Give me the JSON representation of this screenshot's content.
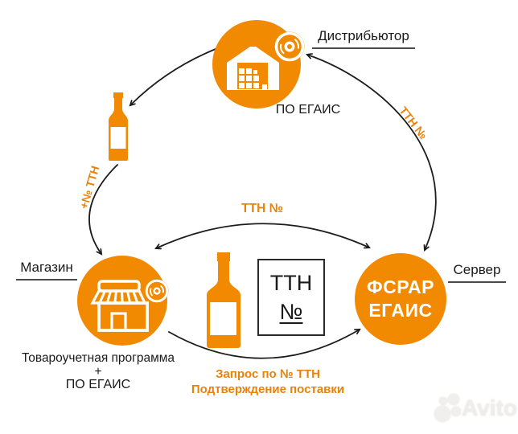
{
  "colors": {
    "orange": "#F18A00",
    "orange_text": "#E8820C",
    "arrow": "#1C1C1C",
    "underline": "#4A4A4A"
  },
  "distributor": {
    "label": "Дистрибьютор",
    "sublabel": "ПО ЕГАИС"
  },
  "shop": {
    "label": "Магазин",
    "sublabel_line1": "Товароучетная программа",
    "sublabel_line2": "+",
    "sublabel_line3": "ПО ЕГАИС"
  },
  "server": {
    "label": "Сервер",
    "circle_line1": "ФСРАР",
    "circle_line2": "ЕГАИС"
  },
  "ttn_box": {
    "line1": "ТТН",
    "line2": "№"
  },
  "flows": {
    "left_label": "+№ ТТН",
    "right_label": "ТТН №",
    "middle_label": "ТТН №",
    "bottom_label_line1": "Запрос по № ТТН",
    "bottom_label_line2": "Подтверждение поставки"
  },
  "watermark": {
    "text": "Avito"
  }
}
